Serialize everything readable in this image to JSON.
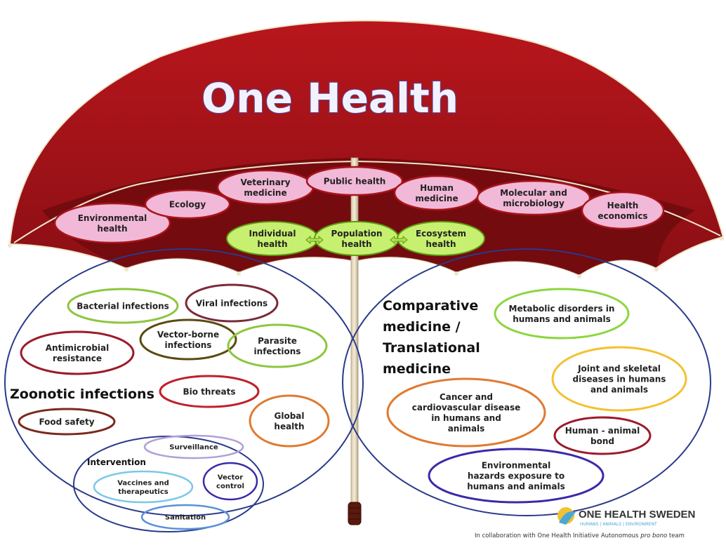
{
  "title": "One Health",
  "disciplines": [
    {
      "id": "env",
      "lines": [
        "Environmental",
        "health"
      ]
    },
    {
      "id": "eco",
      "lines": [
        "Ecology"
      ]
    },
    {
      "id": "vet",
      "lines": [
        "Veterinary",
        "medicine"
      ]
    },
    {
      "id": "pub",
      "lines": [
        "Public health"
      ]
    },
    {
      "id": "hum",
      "lines": [
        "Human",
        "medicine"
      ]
    },
    {
      "id": "mol",
      "lines": [
        "Molecular and",
        "microbiology"
      ]
    },
    {
      "id": "hec",
      "lines": [
        "Health",
        "economics"
      ]
    }
  ],
  "levels": [
    {
      "id": "ind",
      "lines": [
        "Individual",
        "health"
      ]
    },
    {
      "id": "pop",
      "lines": [
        "Population",
        "health"
      ]
    },
    {
      "id": "ecs",
      "lines": [
        "Ecosystem",
        "health"
      ]
    }
  ],
  "zoonotic": {
    "heading": "Zoonotic infections",
    "items": [
      {
        "id": "bact",
        "lines": [
          "Bacterial  infections"
        ],
        "color": "#8dc63f"
      },
      {
        "id": "vir",
        "lines": [
          "Viral infections"
        ],
        "color": "#7a2a3a"
      },
      {
        "id": "vec",
        "lines": [
          "Vector-borne",
          "infections"
        ],
        "color": "#5a4a10"
      },
      {
        "id": "par",
        "lines": [
          "Parasite",
          "infections"
        ],
        "color": "#8dc63f"
      },
      {
        "id": "amr",
        "lines": [
          "Antimicrobial",
          "resistance"
        ],
        "color": "#9b1b2a"
      },
      {
        "id": "bio",
        "lines": [
          "Bio threats"
        ],
        "color": "#c0202a"
      },
      {
        "id": "glo",
        "lines": [
          "Global",
          "health"
        ],
        "color": "#e07a30"
      },
      {
        "id": "food",
        "lines": [
          "Food safety"
        ],
        "color": "#7a2a20"
      }
    ],
    "intervention": {
      "heading": "Intervention",
      "items": [
        {
          "id": "surv",
          "lines": [
            "Surveillance"
          ],
          "color": "#b0a0d8"
        },
        {
          "id": "vacc",
          "lines": [
            "Vaccines and",
            "therapeutics"
          ],
          "color": "#7ac8e8"
        },
        {
          "id": "vcon",
          "lines": [
            "Vector",
            "control"
          ],
          "color": "#3a2aa8"
        },
        {
          "id": "san",
          "lines": [
            "Sanitation"
          ],
          "color": "#5a90d8"
        }
      ]
    }
  },
  "comparative": {
    "heading": [
      "Comparative",
      "medicine /",
      "Translational",
      "medicine"
    ],
    "items": [
      {
        "id": "met",
        "lines": [
          "Metabolic disorders in",
          "humans and animals"
        ],
        "color": "#8dd63f"
      },
      {
        "id": "joint",
        "lines": [
          "Joint and skeletal",
          "diseases in humans",
          "and animals"
        ],
        "color": "#f2c230"
      },
      {
        "id": "canc",
        "lines": [
          "Cancer and",
          "cardiovascular disease",
          "in humans and",
          "animals"
        ],
        "color": "#e07a30"
      },
      {
        "id": "bond",
        "lines": [
          "Human - animal",
          "bond"
        ],
        "color": "#9b1b2a"
      },
      {
        "id": "envh",
        "lines": [
          "Environmental",
          "hazards exposure to",
          "humans and animals"
        ],
        "color": "#3a2aa8"
      }
    ]
  },
  "logo": {
    "name": "ONE HEALTH SWEDEN",
    "tagline": "HUMANS | ANIMALS | ENVIRONMENT"
  },
  "credit": {
    "prefix": "In collaboration with One Health Initiative Autonomous ",
    "italic": "pro bono",
    "suffix": " team"
  },
  "colors": {
    "canopy": "#a8141a",
    "canopy_dark": "#6e0a0e",
    "pink_fill": "#f2b8d8",
    "green_fill": "#c8f070",
    "circle_blue": "#2a3a8a"
  }
}
